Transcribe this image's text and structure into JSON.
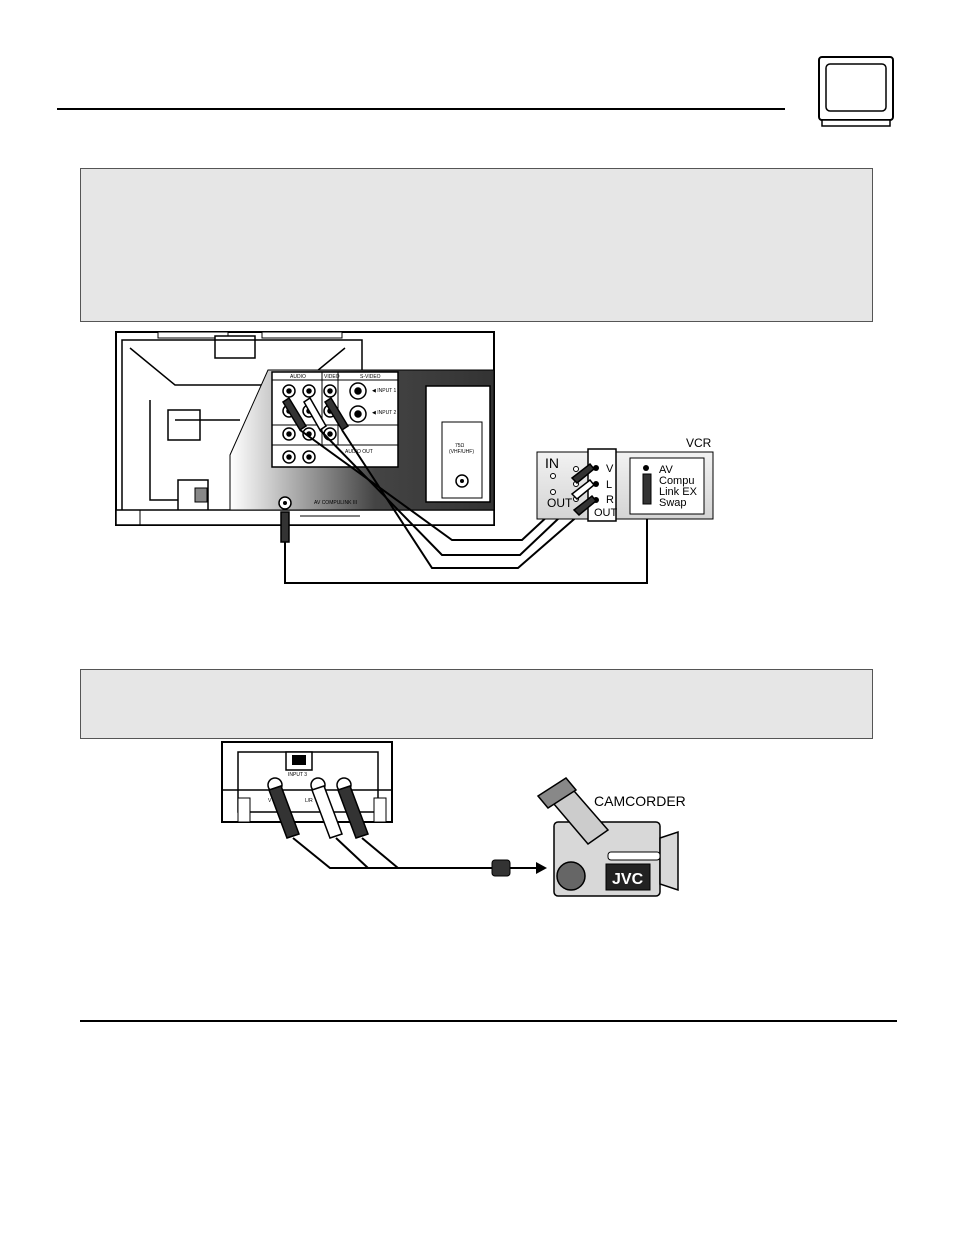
{
  "vcr_diagram": {
    "vcr_title": "VCR",
    "in_label": "IN",
    "out_label": "OUT",
    "out_label_2": "OUT",
    "jack_v": "V",
    "jack_l": "L",
    "jack_r": "R",
    "compulink_lines": [
      "AV",
      "Compu",
      "Link EX",
      "Swap"
    ],
    "tv_labels": {
      "audio": "AUDIO",
      "video": "VIDEO",
      "svideo": "S-VIDEO",
      "input1": "◀ INPUT 1",
      "input2": "◀ INPUT 2",
      "av_compulink": "AV COMPULINK III",
      "audio_out": "AUDIO OUT",
      "ant": "75Ω",
      "ant2": "(VHF/UHF)"
    }
  },
  "camcorder_diagram": {
    "camcorder_label": "CAMCORDER",
    "brand": "JVC",
    "panel_label": "INPUT 3",
    "jack_v": "V",
    "jack_lr": "L/R"
  }
}
